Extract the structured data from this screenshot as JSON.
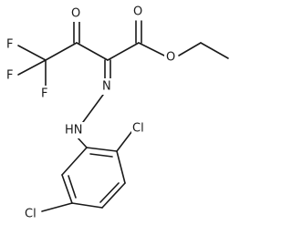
{
  "molecule": {
    "atoms": {
      "f1": "F",
      "f2": "F",
      "f3": "F",
      "o_ketone": "O",
      "o_ester_carbonyl": "O",
      "o_ester": "O",
      "n_imine": "N",
      "n_hydrazine": "HN",
      "cl_ortho": "Cl",
      "cl_meta": "Cl"
    }
  }
}
